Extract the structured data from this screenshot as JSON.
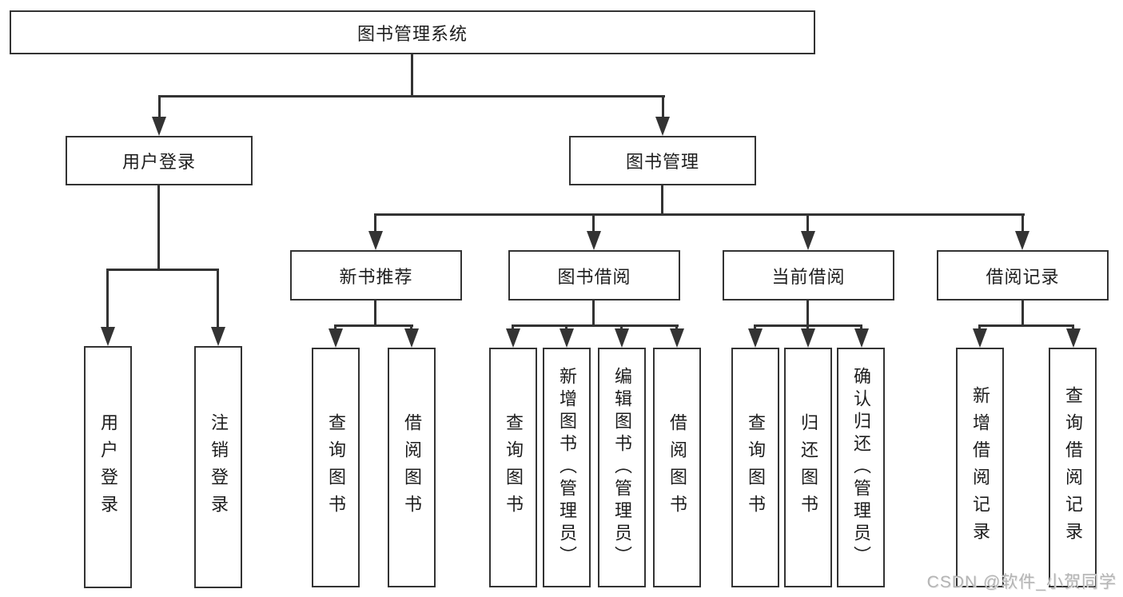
{
  "tree": {
    "root": "图书管理系统",
    "login": {
      "label": "用户登录",
      "children": [
        "用户登录",
        "注销登录"
      ]
    },
    "mgmt": {
      "label": "图书管理",
      "groups": [
        {
          "label": "新书推荐",
          "children": [
            "查询图书",
            "借阅图书"
          ]
        },
        {
          "label": "图书借阅",
          "children": [
            "查询图书",
            "新增图书（管理员）",
            "编辑图书（管理员）",
            "借阅图书"
          ]
        },
        {
          "label": "当前借阅",
          "children": [
            "查询图书",
            "归还图书",
            "确认归还（管理员）"
          ]
        },
        {
          "label": "借阅记录",
          "children": [
            "新增借阅记录",
            "查询借阅记录"
          ]
        }
      ]
    }
  },
  "watermark": "CSDN @软件_小贺同学",
  "colors": {
    "line": "#333333",
    "text": "#1d1d1d",
    "background": "#ffffff",
    "watermark": "#b4b4b4"
  }
}
